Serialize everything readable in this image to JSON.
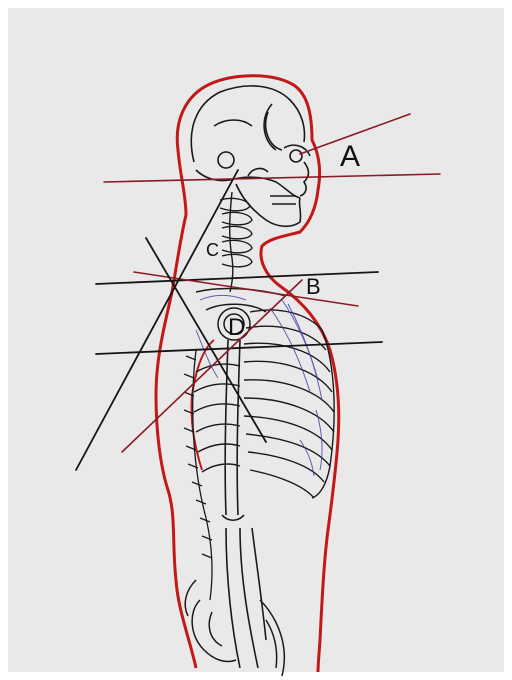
{
  "diagram": {
    "labels": {
      "a": "A",
      "b": "B",
      "c": "C",
      "d": "D"
    },
    "colors": {
      "background": "#e9e9e9",
      "body_outline": "#c21818",
      "skeleton": "#1a1a1a",
      "ribs_shading": "#3a3aa8",
      "line_dark": "#151515",
      "line_red": "#8a1a24"
    }
  }
}
